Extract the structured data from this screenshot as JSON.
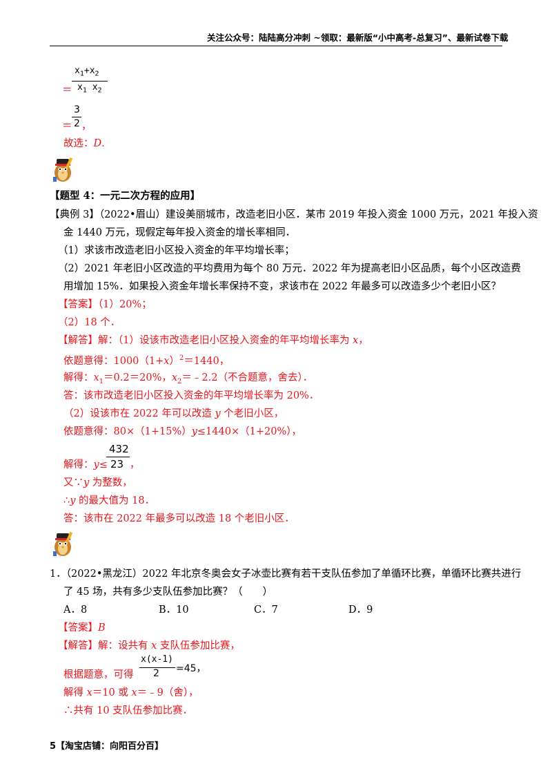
{
  "header": {
    "text": "关注公众号：陆陆高分冲刺  ~领取：最新版“小中高考-总复习”、最新试卷下载"
  },
  "top": {
    "frac1_num_a": "x",
    "frac1_num_a_sub": "1",
    "frac1_plus": "+",
    "frac1_num_b": "x",
    "frac1_num_b_sub": "2",
    "frac1_den_a": "x",
    "frac1_den_a_sub": "1",
    "frac1_den_b": "x",
    "frac1_den_b_sub": "2",
    "eq1": "＝",
    "frac2_num": "3",
    "frac2_den": "2",
    "eq2": "＝",
    "eq2_tail": "，",
    "choice_pre": "故选：",
    "choice_val": "D",
    "choice_post": "."
  },
  "section_title": "【题型 4：一元二次方程的应用】",
  "example": {
    "line1": "【典例 3】（2022•眉山）建设美丽城市，改造老旧小区．某市 2019 年投入资金 1000 万元，2021 年投入资",
    "line2": "金 1440 万元，现假定每年投入资金的增长率相同．",
    "q1": "（1）求该市改造老旧小区投入资金的年平均增长率；",
    "q2_line1": "（2）2021 年老旧小区改造的平均费用为每个 80 万元．2022 年为提高老旧小区品质，每个小区改造费",
    "q2_line2": "用增加 15%．如果投入资金年增长率保持不变，求该市在 2022 年最多可以改造多少个老旧小区？"
  },
  "answer": {
    "ans1_tag": "【答案】",
    "ans1_text": "（1）20%；",
    "ans2": "（2）18 个．",
    "sol_tag": "【解答】",
    "sol1_pre": "解：（1）设该市改造老旧小区投入资金的年平均增长率为 ",
    "sol1_var": "x",
    "sol1_post": "，",
    "sol2_pre": "依题意得：1000（1+",
    "sol2_var": "x",
    "sol2_mid": "）",
    "sol2_sup": "2",
    "sol2_post": "＝1440，",
    "sol3_pre": "解得：",
    "sol3_x1": "x",
    "sol3_x1_sub": "1",
    "sol3_mid": "＝0.2＝20%，",
    "sol3_x2": "x",
    "sol3_x2_sub": "2",
    "sol3_post": "＝﹣2.2（不合题意，舍去）．",
    "sol4": "答：该市改造老旧小区投入资金的年平均增长率为 20%．",
    "sol5_pre": "（2）设该市在 2022 年可以改造 ",
    "sol5_var": "y",
    "sol5_post": " 个老旧小区，",
    "sol6_pre": "依题意得：80×（1+15%）",
    "sol6_var": "y",
    "sol6_post": "≤1440×（1+20%），",
    "sol7_pre": "解得：",
    "sol7_var": "y",
    "sol7_le": "≤",
    "sol7_num": "432",
    "sol7_den": "23",
    "sol7_post": "，",
    "sol8_pre": "又∵",
    "sol8_var": "y",
    "sol8_post": " 为整数，",
    "sol9_pre": "∴",
    "sol9_var": "y",
    "sol9_post": " 的最大值为 18．",
    "sol10": "答：该市在 2022 年最多可以改造 18 个老旧小区．"
  },
  "problem1": {
    "line1": "1．（2022•黑龙江）2022 年北京冬奥会女子冰壶比赛有若干支队伍参加了单循环比赛，单循环比赛共进行",
    "line2": "了 45 场，共有多少支队伍参加比赛？（　　）",
    "options": [
      "A．8",
      "B．10",
      "C．7",
      "D．9"
    ],
    "ans_tag": "【答案】",
    "ans_val": "B",
    "sol_tag": "【解答】",
    "sol1_pre": "解：设共有 ",
    "sol1_var": "x",
    "sol1_post": " 支队伍参加比赛，",
    "sol2_pre": "根据题意，可得",
    "sol2_num": "x(x-1)",
    "sol2_den": "2",
    "sol2_post": "=45，",
    "sol3_pre": "解得 ",
    "sol3_a": "x",
    "sol3_mid": "＝10 或 ",
    "sol3_b": "x",
    "sol3_post": "＝﹣9（舍），",
    "sol4": "∴共有 10 支队伍参加比赛．"
  },
  "footer": {
    "page": "5",
    "shop": "【淘宝店铺：向阳百分百】"
  },
  "colors": {
    "answer_red": "#e8161c",
    "text_black": "#000000"
  },
  "icons": [
    "mascot-icon",
    "mascot-icon"
  ]
}
